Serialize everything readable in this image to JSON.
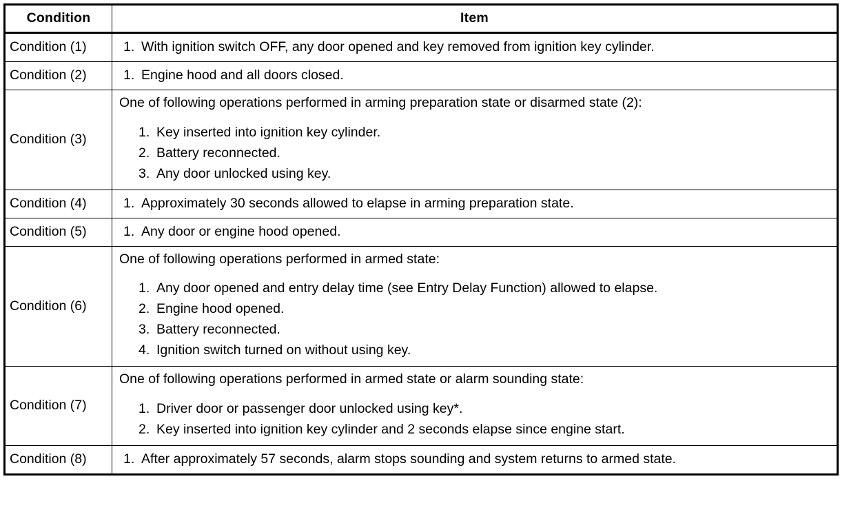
{
  "table": {
    "headers": {
      "condition": "Condition",
      "item": "Item"
    },
    "rows": [
      {
        "condition": "Condition (1)",
        "type": "simple",
        "num": "1.",
        "text": "With ignition switch OFF, any door opened and key removed from ignition key cylinder."
      },
      {
        "condition": "Condition (2)",
        "type": "simple",
        "num": "1.",
        "text": "Engine hood and all doors closed."
      },
      {
        "condition": "Condition (3)",
        "type": "block",
        "intro": "One of following operations performed in arming preparation state or disarmed state (2):",
        "steps": [
          {
            "num": "1.",
            "text": "Key inserted into ignition key cylinder."
          },
          {
            "num": "2.",
            "text": "Battery reconnected."
          },
          {
            "num": "3.",
            "text": "Any door unlocked using key."
          }
        ]
      },
      {
        "condition": "Condition (4)",
        "type": "simple",
        "num": "1.",
        "text": "Approximately 30 seconds allowed to elapse in arming preparation state."
      },
      {
        "condition": "Condition (5)",
        "type": "simple",
        "num": "1.",
        "text": "Any door or engine hood opened."
      },
      {
        "condition": "Condition (6)",
        "type": "block",
        "intro": "One of following operations performed in armed state:",
        "steps": [
          {
            "num": "1.",
            "text": "Any door opened and entry delay time (see Entry Delay Function) allowed to elapse."
          },
          {
            "num": "2.",
            "text": "Engine hood opened."
          },
          {
            "num": "3.",
            "text": "Battery reconnected."
          },
          {
            "num": "4.",
            "text": "Ignition switch turned on without using key."
          }
        ]
      },
      {
        "condition": "Condition (7)",
        "type": "block",
        "intro": "One of following operations performed in armed state or alarm sounding state:",
        "steps": [
          {
            "num": "1.",
            "text": "Driver door or passenger door unlocked using key*."
          },
          {
            "num": "2.",
            "text": "Key inserted into ignition key cylinder and 2 seconds elapse since engine start."
          }
        ]
      },
      {
        "condition": "Condition (8)",
        "type": "simple",
        "num": "1.",
        "text": "After approximately 57 seconds, alarm stops sounding and system returns to armed state."
      }
    ]
  }
}
